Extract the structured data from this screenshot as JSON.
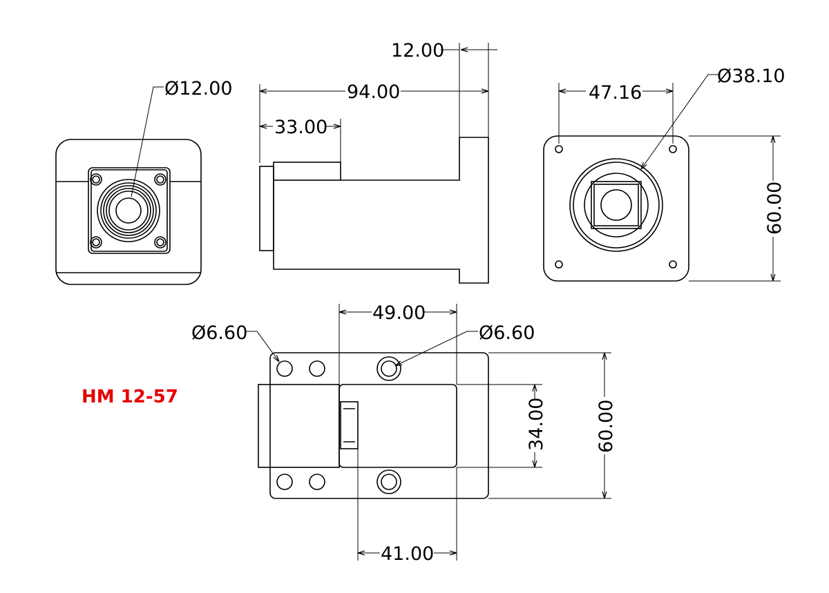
{
  "part_label": "HM 12-57",
  "colors": {
    "label": "#e60000",
    "lines": "#000000",
    "background": "#ffffff"
  },
  "dimensions": {
    "flange_diameter": "Ø12.00",
    "flange_width_top": "12.00",
    "overall_length": "94.00",
    "front_section_length": "33.00",
    "bolt_spacing_end": "47.16",
    "bore_diameter": "Ø38.10",
    "end_height": "60.00",
    "top_hole_spacing": "49.00",
    "hole_diameter_left": "Ø6.60",
    "hole_diameter_right": "Ø6.60",
    "waveguide_width": "34.00",
    "top_height": "60.00",
    "bottom_length": "41.00"
  }
}
